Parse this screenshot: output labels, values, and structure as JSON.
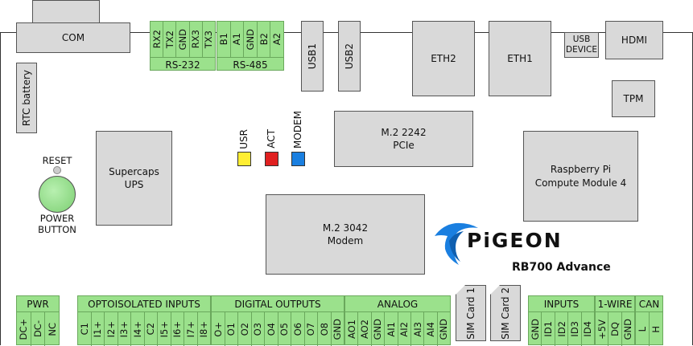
{
  "components": {
    "com": "COM",
    "rtc": "RTC battery",
    "usb1": "USB1",
    "usb2": "USB2",
    "eth2": "ETH2",
    "eth1": "ETH1",
    "usb_device": [
      "USB",
      "DEVICE"
    ],
    "hdmi": "HDMI",
    "tpm": "TPM",
    "supercaps": [
      "Supercaps",
      "UPS"
    ],
    "m2_2242": [
      "M.2 2242",
      "PCIe"
    ],
    "m2_3042": [
      "M.2 3042",
      "Modem"
    ],
    "cm4": [
      "Raspberry Pi",
      "Compute Module 4"
    ],
    "reset": "RESET",
    "power_button": [
      "POWER",
      "BUTTON"
    ],
    "sim1": "SIM Card 1",
    "sim2": "SIM Card 2"
  },
  "leds": [
    {
      "label": "USR",
      "color": "#ffee33"
    },
    {
      "label": "ACT",
      "color": "#e02020"
    },
    {
      "label": "MODEM",
      "color": "#1a7fe0"
    }
  ],
  "top_connectors": {
    "rs232": {
      "label": "RS-232",
      "pins": [
        "RX2",
        "TX2",
        "GND",
        "RX3",
        "TX3"
      ]
    },
    "rs485": {
      "label": "RS-485",
      "pins": [
        "B1",
        "A1",
        "GND",
        "B2",
        "A2"
      ]
    }
  },
  "bottom_connectors": {
    "pwr": {
      "label": "PWR",
      "pins": [
        "DC+",
        "DC-",
        "NC"
      ]
    },
    "opto": {
      "label": "OPTOISOLATED INPUTS",
      "pins": [
        "C1",
        "I1+",
        "I2+",
        "I3+",
        "I4+",
        "C2",
        "I5+",
        "I6+",
        "I7+",
        "I8+"
      ]
    },
    "digital": {
      "label": "DIGITAL OUTPUTS",
      "pins": [
        "O+",
        "O1",
        "O2",
        "O3",
        "O4",
        "O5",
        "O6",
        "O7",
        "O8",
        "GND"
      ]
    },
    "analog": {
      "label": "ANALOG",
      "pins": [
        "AO1",
        "AO2",
        "GND",
        "AI1",
        "AI2",
        "AI3",
        "AI4",
        "GND"
      ]
    },
    "inputs": {
      "label": "INPUTS",
      "pins": [
        "GND",
        "ID1",
        "ID2",
        "ID3",
        "ID4"
      ]
    },
    "onewire": {
      "label": "1-WIRE",
      "pins": [
        "+5V",
        "DQ",
        "GND"
      ]
    },
    "can": {
      "label": "CAN",
      "pins": [
        "L",
        "H"
      ]
    }
  },
  "brand": {
    "logo": "PiGEON",
    "model": "RB700 Advance",
    "accent": "#1a7fe0"
  }
}
